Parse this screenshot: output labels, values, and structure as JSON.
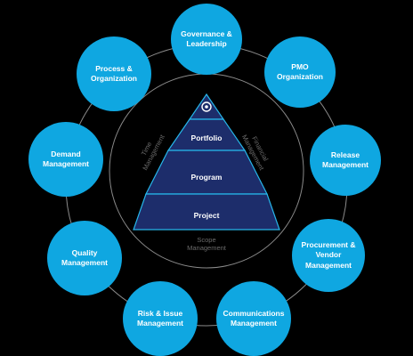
{
  "colors": {
    "background": "#000000",
    "node_fill": "#0fa7e1",
    "connector": "#8a8a8a",
    "pyramid_fill": "#1d2d6b",
    "pyramid_stroke": "#27b6ea",
    "ring_label": "#6b6b6b"
  },
  "pyramid": {
    "top_icon": "target-icon",
    "tiers": [
      "Portfolio",
      "Program",
      "Project"
    ]
  },
  "ring_labels": {
    "left": "Time\nManagement",
    "right": "Financial\nManagement",
    "bottom": "Scope\nManagement"
  },
  "nodes": [
    "Governance &\nLeadership",
    "PMO\nOrganization",
    "Release\nManagement",
    "Procurement &\nVendor\nManagement",
    "Communications\nManagement",
    "Risk & Issue\nManagement",
    "Quality\nManagement",
    "Demand\nManagement",
    "Process &\nOrganization"
  ]
}
